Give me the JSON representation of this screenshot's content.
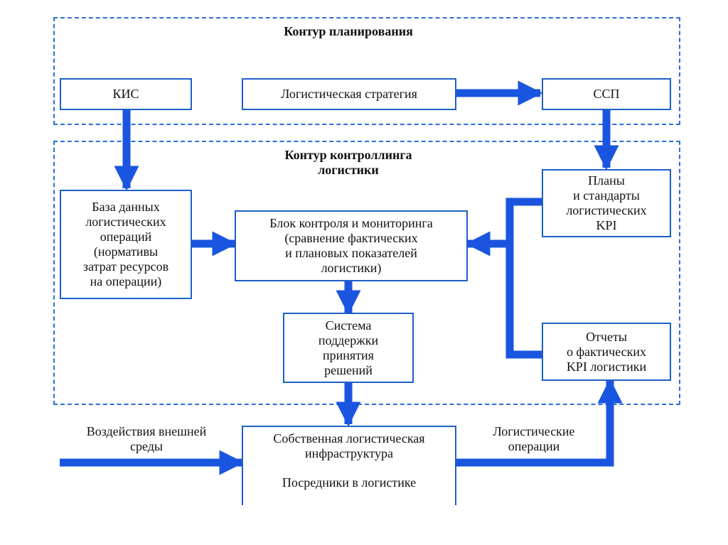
{
  "contours": {
    "planning": "Контур планирования",
    "controlling": "Контур контроллинга\nлогистики"
  },
  "boxes": {
    "kis": "КИС",
    "strategy": "Логистическая стратегия",
    "ssp": "ССП",
    "plans": "Планы\nи стандарты\nлогистических\nKPI",
    "database": "База данных\nлогистических\nопераций\n(нормативы\nзатрат ресурсов\nна операции)",
    "control": "Блок контроля и мониторинга\n(сравнение фактических\nи плановых показателей\nлогистики)",
    "dss": "Система\nподдержки\nпринятия\nрешений",
    "reports": "Отчеты\nо фактических\nKPI логистики",
    "infra_top": "Собственная логистическая\nинфраструктура",
    "infra_bottom": "Посредники в логистике"
  },
  "labels": {
    "external": "Воздействия внешней\nсреды",
    "operations": "Логистические\nоперации"
  },
  "colors": {
    "arrow": "#1a55e0",
    "border": "#1f5fc7",
    "dashed": "#2a6fd6"
  }
}
